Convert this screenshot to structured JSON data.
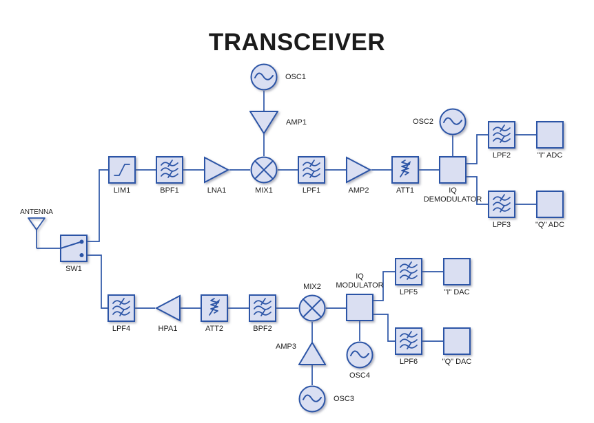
{
  "title": "TRANSCEIVER",
  "colors": {
    "stroke": "#2b54a6",
    "fill": "#dadff2",
    "label": "#1b1b1b",
    "background": "#ffffff"
  },
  "blocks": {
    "antenna": "ANTENNA",
    "sw1": "SW1",
    "lim1": "LIM1",
    "bpf1": "BPF1",
    "lna1": "LNA1",
    "osc1": "OSC1",
    "amp1": "AMP1",
    "mix1": "MIX1",
    "lpf1": "LPF1",
    "amp2": "AMP2",
    "att1": "ATT1",
    "osc2": "OSC2",
    "iq_demodulator": "IQ DEMODULATOR",
    "lpf2": "LPF2",
    "i_adc": "\"I\" ADC",
    "lpf3": "LPF3",
    "q_adc": "\"Q\" ADC",
    "lpf4": "LPF4",
    "hpa1": "HPA1",
    "att2": "ATT2",
    "bpf2": "BPF2",
    "mix2": "MIX2",
    "iq_modulator": "IQ MODULATOR",
    "lpf5": "LPF5",
    "i_dac": "\"I\" DAC",
    "lpf6": "LPF6",
    "q_dac": "\"Q\" DAC",
    "amp3": "AMP3",
    "osc3": "OSC3",
    "osc4": "OSC4"
  }
}
